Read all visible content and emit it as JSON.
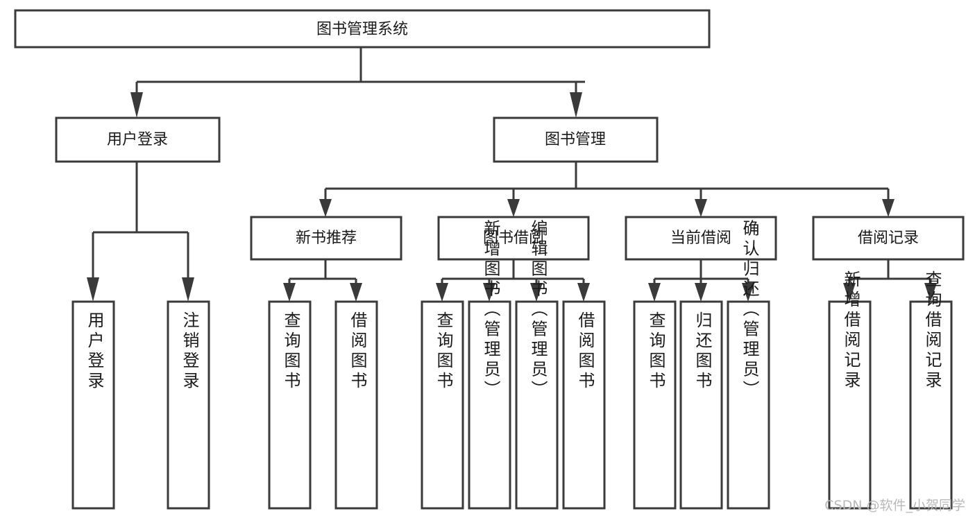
{
  "diagram": {
    "type": "tree",
    "title": "图书管理系统",
    "watermark": "CSDN @软件_小贺同学",
    "colors": {
      "box_fill": "#ffffff",
      "box_stroke": "#3a3a3a",
      "text": "#1a1a1a",
      "background": "#ffffff",
      "watermark": "#b9b9b9"
    },
    "nodes": {
      "root": {
        "label": "图书管理系统",
        "level": 0
      },
      "l1": [
        {
          "id": "user-login",
          "label": "用户登录",
          "level": 1
        },
        {
          "id": "book-manage",
          "label": "图书管理",
          "level": 1
        }
      ],
      "l2": [
        {
          "id": "new-book-recommend",
          "label": "新书推荐",
          "level": 2,
          "parent": "book-manage"
        },
        {
          "id": "book-borrow",
          "label": "图书借阅",
          "level": 2,
          "parent": "book-manage"
        },
        {
          "id": "current-borrow",
          "label": "当前借阅",
          "level": 2,
          "parent": "book-manage"
        },
        {
          "id": "borrow-record",
          "label": "借阅记录",
          "level": 2,
          "parent": "book-manage"
        }
      ],
      "leaves": [
        {
          "id": "leaf-user-login",
          "label": "用户登录",
          "parent": "user-login"
        },
        {
          "id": "leaf-logout-login",
          "label": "注销登录",
          "parent": "user-login"
        },
        {
          "id": "leaf-query-book-1",
          "label": "查询图书",
          "parent": "new-book-recommend"
        },
        {
          "id": "leaf-borrow-book-1",
          "label": "借阅图书",
          "parent": "new-book-recommend"
        },
        {
          "id": "leaf-query-book-2",
          "label": "查询图书",
          "parent": "book-borrow"
        },
        {
          "id": "leaf-add-book",
          "label": "新增图书（管理员）",
          "parent": "book-borrow"
        },
        {
          "id": "leaf-edit-book",
          "label": "编辑图书（管理员）",
          "parent": "book-borrow"
        },
        {
          "id": "leaf-borrow-book-2",
          "label": "借阅图书",
          "parent": "book-borrow"
        },
        {
          "id": "leaf-query-book-3",
          "label": "查询图书",
          "parent": "current-borrow"
        },
        {
          "id": "leaf-return-book",
          "label": "归还图书",
          "parent": "current-borrow"
        },
        {
          "id": "leaf-confirm-return",
          "label": "确认归还（管理员）",
          "parent": "current-borrow"
        },
        {
          "id": "leaf-add-record",
          "label": "新增借阅记录",
          "parent": "borrow-record"
        },
        {
          "id": "leaf-query-record",
          "label": "查询借阅记录",
          "parent": "borrow-record"
        }
      ]
    }
  }
}
